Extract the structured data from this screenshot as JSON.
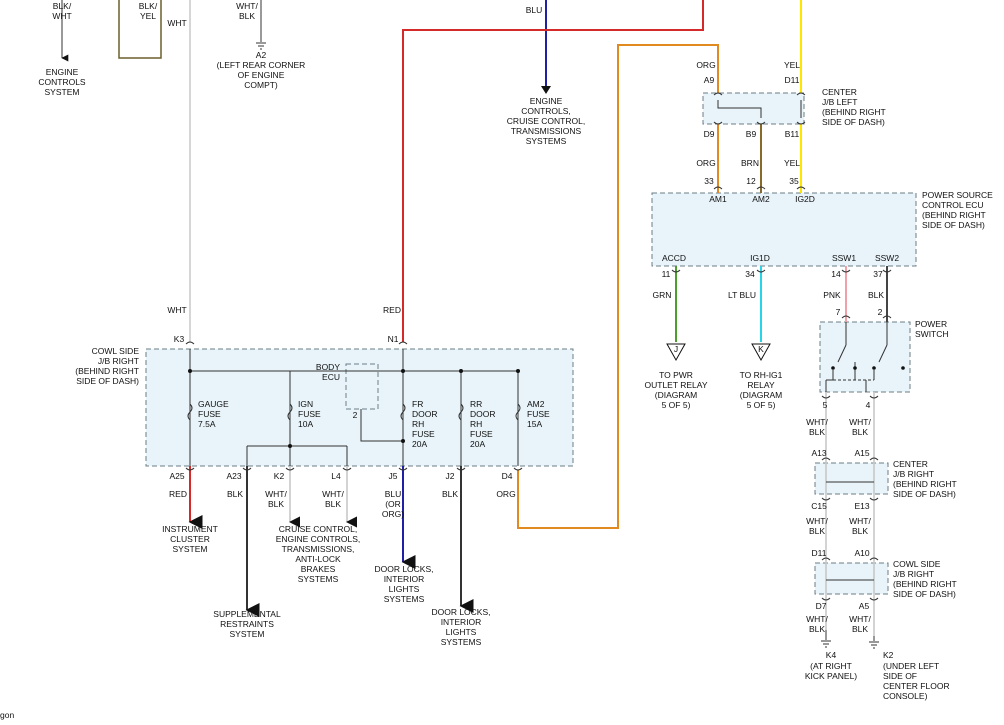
{
  "colors": {
    "blk": "#222222",
    "red": "#d42a2a",
    "blu": "#1f1fa8",
    "org": "#e08a20",
    "yel": "#ffe600",
    "brn": "#8a6a2a",
    "grn": "#4aa02a",
    "ltblu": "#27d4e8",
    "pnk": "#f2a0a8",
    "wht": "#c8c8c8",
    "box_fill": "#e8f4fa"
  },
  "top": {
    "blk_wht": "BLK/\nWHT",
    "engine_controls": "ENGINE\nCONTROLS\nSYSTEM",
    "blk_yel": "BLK/\nYEL",
    "wht": "WHT",
    "wht_blk": "WHT/\nBLK",
    "a2": "A2",
    "a2_desc": "(LEFT REAR CORNER\nOF ENGINE\nCOMPT)",
    "blu": "BLU",
    "ecm_systems": "ENGINE\nCONTROLS,\nCRUISE CONTROL,\nTRANSMISSIONS\nSYSTEMS"
  },
  "center_jb_left": {
    "title": "CENTER\nJ/B LEFT\n(BEHIND RIGHT\nSIDE OF DASH)",
    "org_top": "ORG",
    "a9": "A9",
    "yel_top": "YEL",
    "d11": "D11",
    "d9": "D9",
    "b9": "B9",
    "b11": "B11",
    "org_bot": "ORG",
    "brn": "BRN",
    "yel_bot": "YEL"
  },
  "power_ecu": {
    "title": "POWER SOURCE\nCONTROL ECU\n(BEHIND RIGHT\nSIDE OF DASH)",
    "p33": "33",
    "p12": "12",
    "p35": "35",
    "am1": "AM1",
    "am2": "AM2",
    "ig2d": "IG2D",
    "accd": "ACCD",
    "ig1d": "IG1D",
    "ssw1": "SSW1",
    "ssw2": "SSW2",
    "p11": "11",
    "p34": "34",
    "p14": "14",
    "p37": "37",
    "grn": "GRN",
    "ltblu": "LT BLU",
    "pnk": "PNK",
    "blk": "BLK",
    "j": "J",
    "k": "K",
    "to_pwr": "TO PWR\nOUTLET RELAY\n(DIAGRAM\n5 OF 5)",
    "to_rh": "TO RH-IG1\nRELAY\n(DIAGRAM\n5 OF 5)"
  },
  "power_switch": {
    "title": "POWER\nSWITCH",
    "p7": "7",
    "p2": "2",
    "p5": "5",
    "p4": "4",
    "wb1": "WHT/\nBLK",
    "wb2": "WHT/\nBLK"
  },
  "center_jb_right": {
    "title": "CENTER\nJ/B RIGHT\n(BEHIND RIGHT\nSIDE OF DASH)",
    "a13": "A13",
    "a15": "A15",
    "c15": "C15",
    "e13": "E13",
    "wb1": "WHT/\nBLK",
    "wb2": "WHT/\nBLK"
  },
  "cowl_right_small": {
    "title": "COWL SIDE\nJ/B RIGHT\n(BEHIND RIGHT\nSIDE OF DASH)",
    "d11": "D11",
    "a10": "A10",
    "d7": "D7",
    "a5": "A5",
    "wb1": "WHT/\nBLK",
    "wb2": "WHT/\nBLK",
    "k4": "K4",
    "k4_desc": "(AT RIGHT\nKICK PANEL)",
    "k2": "K2",
    "k2_desc": "(UNDER LEFT\nSIDE OF\nCENTER FLOOR\nCONSOLE)"
  },
  "cowl_jb": {
    "title": "COWL SIDE\nJ/B RIGHT\n(BEHIND RIGHT\nSIDE OF DASH)",
    "wht": "WHT",
    "k3": "K3",
    "red": "RED",
    "n1": "N1",
    "gauge": "GAUGE\nFUSE\n7.5A",
    "ign": "IGN\nFUSE\n10A",
    "body_ecu": "BODY\nECU",
    "p2": "2",
    "fr": "FR\nDOOR\nRH\nFUSE\n20A",
    "rr": "RR\nDOOR\nRH\nFUSE\n20A",
    "am2": "AM2\nFUSE\n15A",
    "a25": "A25",
    "a23": "A23",
    "k2": "K2",
    "l4": "L4",
    "j5": "J5",
    "j2": "J2",
    "d4": "D4",
    "red_out": "RED",
    "blk_a23": "BLK",
    "wb_k2": "WHT/\nBLK",
    "wb_l4": "WHT/\nBLK",
    "blu_or_org": "BLU\n(OR\nORG)",
    "blk_j2": "BLK",
    "org_d4": "ORG",
    "instrument": "INSTRUMENT\nCLUSTER\nSYSTEM",
    "cruise": "CRUISE CONTROL,\nENGINE CONTROLS,\nTRANSMISSIONS,\nANTI-LOCK\nBRAKES\nSYSTEMS",
    "srs": "SUPPLEMENTAL\nRESTRAINTS\nSYSTEM",
    "door1": "DOOR LOCKS,\nINTERIOR\nLIGHTS\nSYSTEMS",
    "door2": "DOOR LOCKS,\nINTERIOR\nLIGHTS\nSYSTEMS"
  },
  "footer": "gon"
}
